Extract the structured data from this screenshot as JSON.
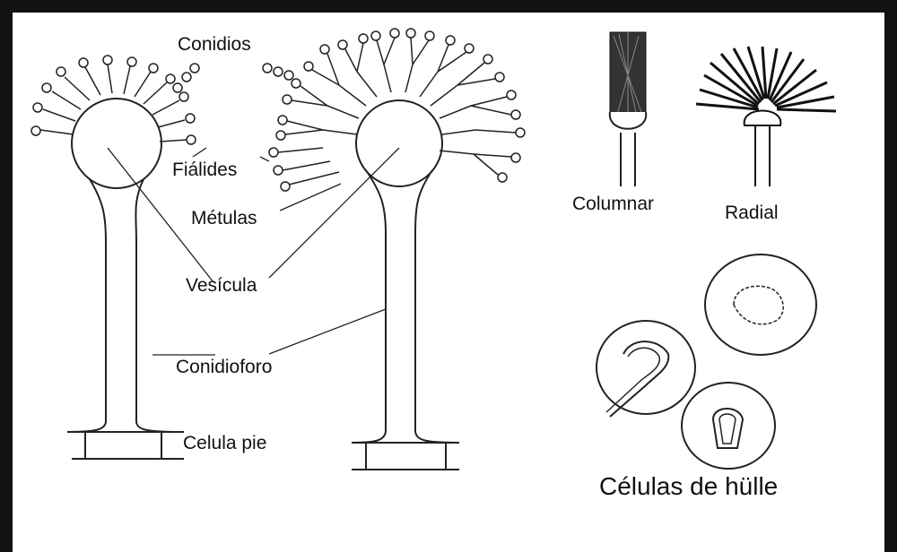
{
  "labels": {
    "conidios": "Conidios",
    "fialides": "Fiálides",
    "metulas": "Métulas",
    "vesicula": "Vesícula",
    "conidioforo": "Conidioforo",
    "celula_pie": "Celula pie",
    "columnar": "Columnar",
    "radial": "Radial",
    "celulas_hulle": "Células de hülle"
  },
  "colors": {
    "frame": "#111111",
    "ink": "#222222",
    "background": "#ffffff"
  }
}
